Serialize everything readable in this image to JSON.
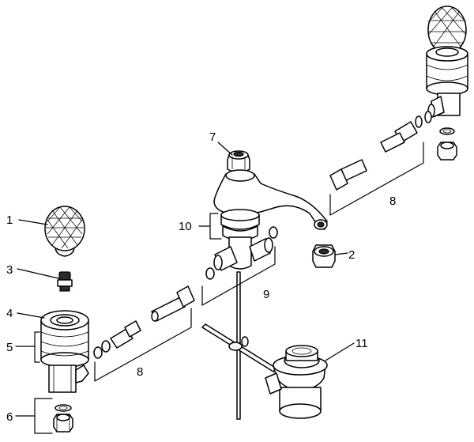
{
  "callouts": [
    {
      "id": "1",
      "text": "1"
    },
    {
      "id": "2",
      "text": "2"
    },
    {
      "id": "3",
      "text": "3"
    },
    {
      "id": "4",
      "text": "4"
    },
    {
      "id": "5",
      "text": "5"
    },
    {
      "id": "6",
      "text": "6"
    },
    {
      "id": "7",
      "text": "7"
    },
    {
      "id": "8a",
      "text": "8"
    },
    {
      "id": "8b",
      "text": "8"
    },
    {
      "id": "9",
      "text": "9"
    },
    {
      "id": "10",
      "text": "10"
    },
    {
      "id": "11",
      "text": "11"
    }
  ]
}
